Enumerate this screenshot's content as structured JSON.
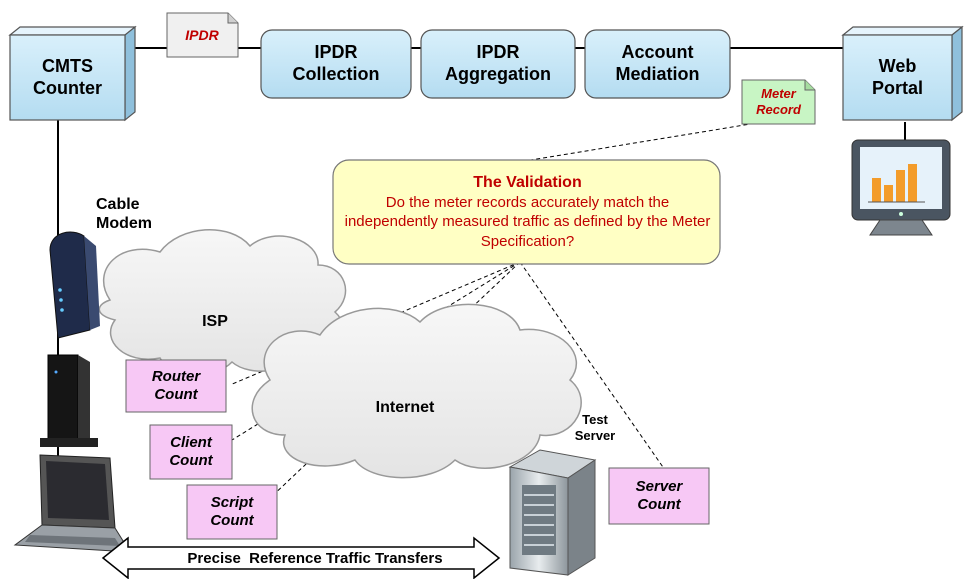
{
  "nodes": {
    "cmts": "CMTS\nCounter",
    "ipdr_collection": "IPDR\nCollection",
    "ipdr_aggregation": "IPDR\nAggregation",
    "account_mediation": "Account\nMediation",
    "web_portal": "Web\nPortal"
  },
  "notes": {
    "ipdr": "IPDR",
    "meter_record": "Meter\nRecord"
  },
  "labels": {
    "cable_modem": "Cable\nModem",
    "isp": "ISP",
    "internet": "Internet",
    "test_server": "Test\nServer"
  },
  "validation": {
    "title": "The Validation",
    "text": "Do the meter records accurately match the independently measured traffic as defined by the Meter Specification?"
  },
  "counts": {
    "router": "Router\nCount",
    "client": "Client\nCount",
    "script": "Script\nCount",
    "server": "Server\nCount"
  },
  "arrow_label": "Precise  Reference Traffic Transfers",
  "colors": {
    "box_fill": "#c6e6f7",
    "count_fill": "#f7c8f5",
    "validation_fill": "#ffffc4",
    "note_text": "#c00000",
    "meter_note_fill": "#c8f5c4"
  }
}
